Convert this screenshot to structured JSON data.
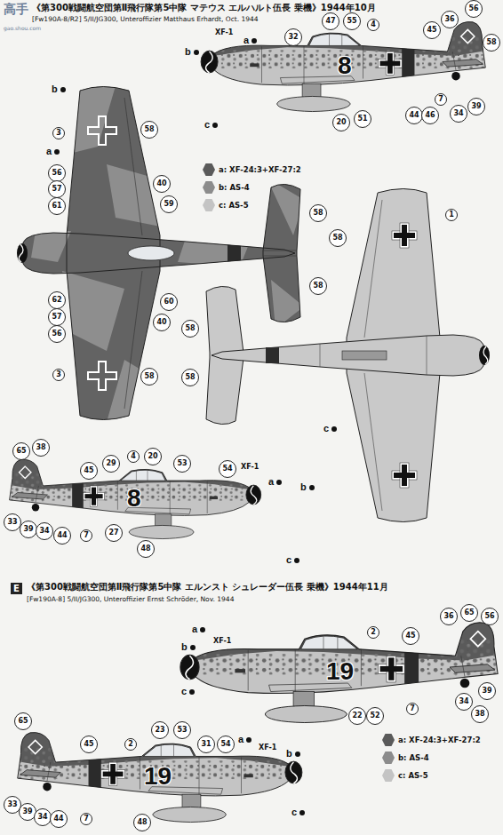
{
  "diagram": {
    "labels": [
      "高手",
      "gao.shou.com",
      "《第300戦闘航空団第Ⅱ飛行隊第5中隊 マテウス エルハルト伍長 乗機》1944年10月",
      "[Fw190A-8/R2] 5/II/JG300, Unteroffizier Matthaus Erhardt, Oct. 1944",
      "XF-1",
      "a",
      "b",
      "32",
      "47",
      "55",
      "4",
      "45",
      "36",
      "56",
      "58",
      "8",
      "c",
      "20",
      "51",
      "44",
      "46",
      "7",
      "34",
      "39",
      "b",
      "3",
      "a",
      "56",
      "57",
      "61",
      "58",
      "40",
      "59",
      "60",
      "40",
      "62",
      "57",
      "56",
      "3",
      "58",
      "58",
      "58",
      "58",
      "58",
      "1",
      "58",
      "c",
      "65",
      "38",
      "45",
      "29",
      "4",
      "20",
      "53",
      "54",
      "XF-1",
      "a",
      "b",
      "8",
      "33",
      "39",
      "34",
      "44",
      "7",
      "27",
      "48",
      "c",
      "E",
      "《第300戦闘航空団第Ⅱ飛行隊第5中隊 エルンスト シュレーダー伍長 乗機》1944年11月",
      "[Fw190A-8] 5/II/JG300, Unteroffizier Ernst Schröder, Nov. 1944",
      "a",
      "XF-1",
      "b",
      "2",
      "45",
      "36",
      "65",
      "56",
      "19",
      "c",
      "22",
      "52",
      "7",
      "34",
      "38",
      "39",
      "65",
      "45",
      "2",
      "23",
      "53",
      "31",
      "54",
      "a",
      "XF-1",
      "b",
      "19",
      "33",
      "39",
      "34",
      "44",
      "7",
      "48",
      "c"
    ],
    "legend": [
      {
        "text": "a: XF-24:3+XF-27:2",
        "color": "#5a5a5a"
      },
      {
        "text": "b: AS-4",
        "color": "#8c8c8c"
      },
      {
        "text": "c: AS-5",
        "color": "#c4c4c4"
      },
      {
        "text": "a: XF-24:3+XF-27:2",
        "color": "#5a5a5a"
      },
      {
        "text": "b: AS-4",
        "color": "#8c8c8c"
      },
      {
        "text": "c: AS-5",
        "color": "#c4c4c4"
      }
    ]
  }
}
